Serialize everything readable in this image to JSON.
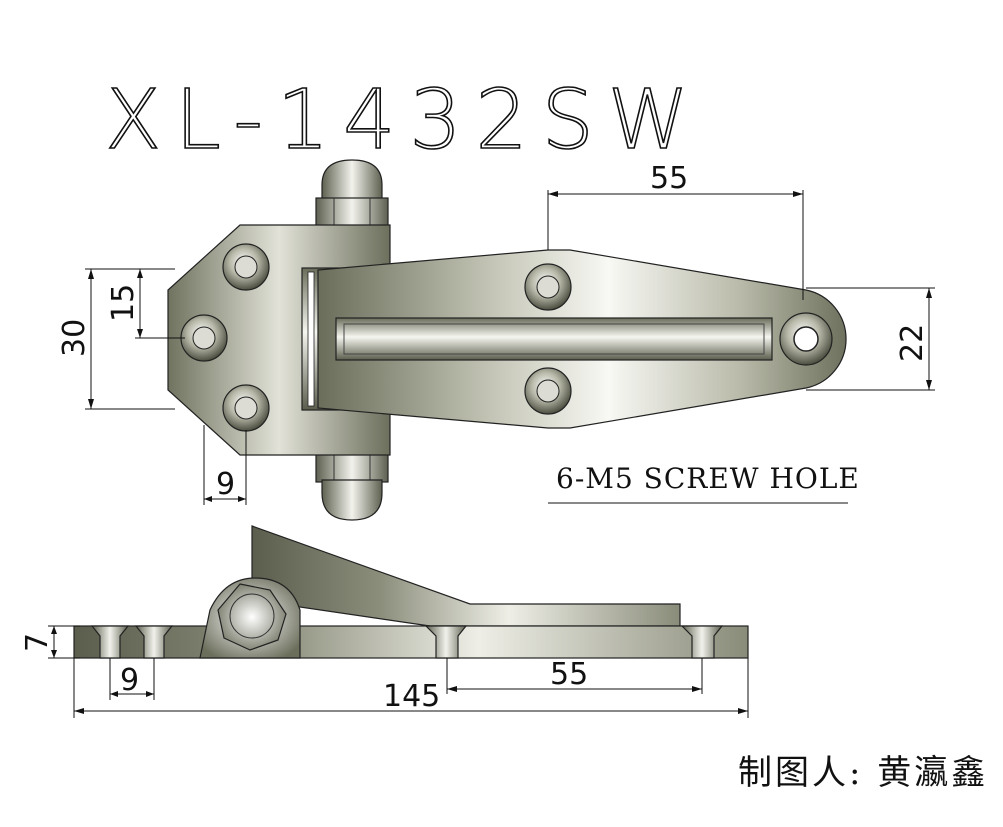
{
  "drawing": {
    "title": "XL-1432SW",
    "note": "6-M5 SCREW HOLE",
    "credit": "制图人: 黄瀛鑫",
    "dimensions": {
      "top_view": {
        "span_55": "55",
        "height_30": "30",
        "spacing_15": "15",
        "width_22": "22",
        "offset_9": "9"
      },
      "side_view": {
        "thickness_7": "7",
        "offset_9": "9",
        "span_55": "55",
        "length_145": "145"
      }
    },
    "colors": {
      "metal_dark": "#5e6150",
      "metal_light": "#f4f4ee",
      "line": "#111111"
    }
  }
}
